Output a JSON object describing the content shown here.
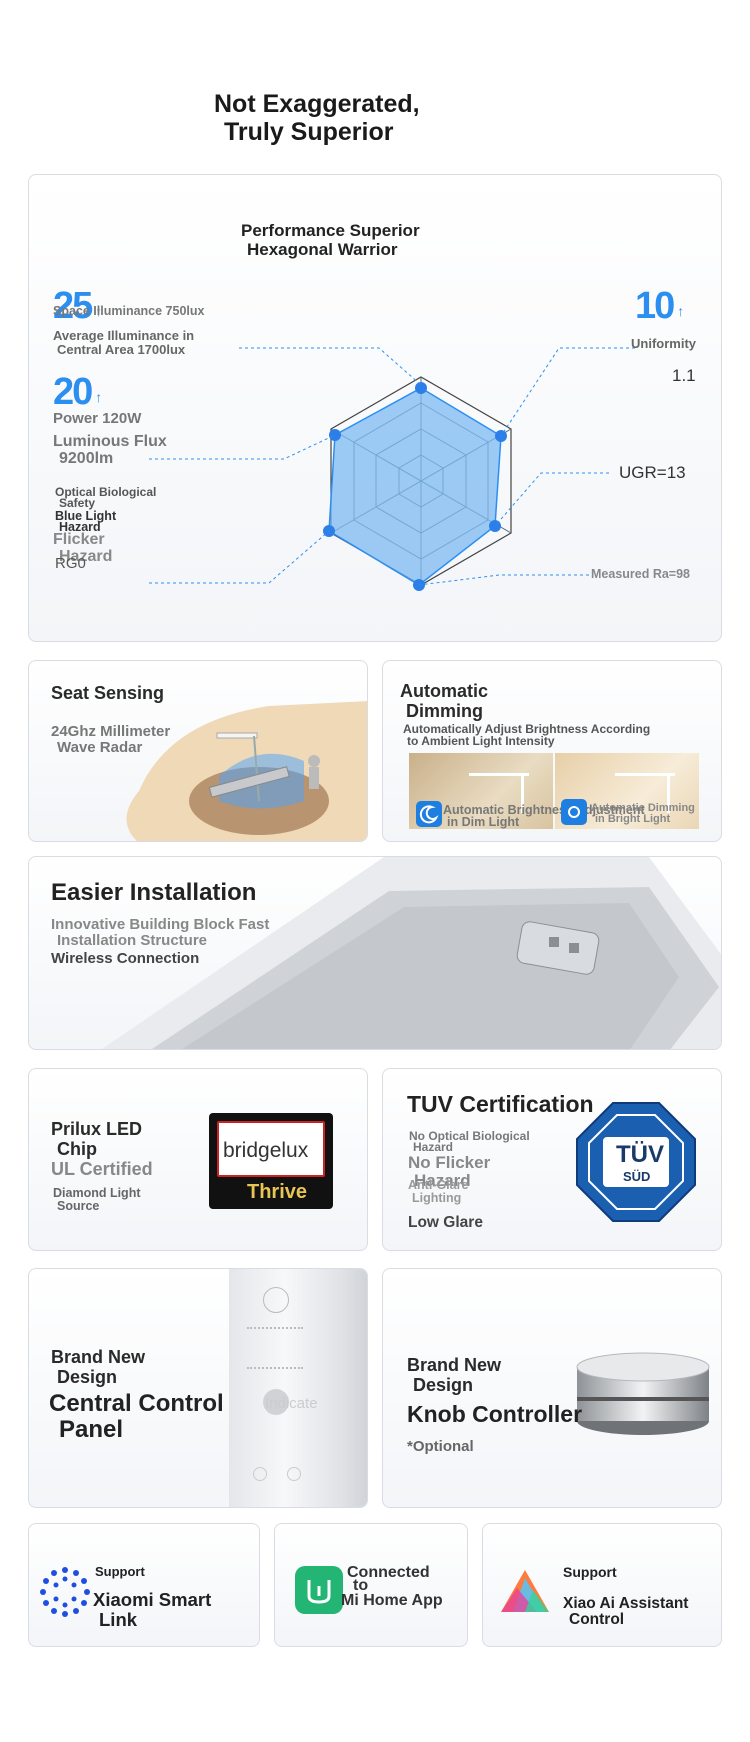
{
  "header": {
    "title_line1": "Not Exaggerated,",
    "title_line2": "Truly Superior"
  },
  "performance": {
    "title_line1": "Performance Superior",
    "title_line2": "Hexagonal Warrior",
    "left_num1": "25",
    "left_num2": "20",
    "right_num": "10",
    "percent": "%",
    "space_illuminance": "Space Illuminance 750lux",
    "avg_illuminance_1": "Average Illuminance in",
    "avg_illuminance_2": "Central Area 1700lux",
    "power": "Power 120W",
    "luminous_1": "Luminous Flux",
    "luminous_2": "9200lm",
    "optical_1": "Optical Biological",
    "optical_2": "Safety",
    "blue_light_1": "Blue Light",
    "blue_light_2": "Hazard",
    "flicker_1": "Flicker",
    "flicker_2": "Hazard",
    "rg": "RG0",
    "uniformity": "Uniformity",
    "uniformity_val": "1.1",
    "ugr": "UGR=13",
    "ra": "Measured Ra=98"
  },
  "seat": {
    "title": "Seat Sensing",
    "sub_1": "24Ghz Millimeter",
    "sub_2": "Wave Radar"
  },
  "dimming": {
    "title_1": "Automatic",
    "title_2": "Dimming",
    "sub_1": "Automatically Adjust Brightness According",
    "sub_2": "to Ambient Light Intensity",
    "dim_1": "Automatic Brightness Adjustment",
    "dim_2": "in Dim Light",
    "bright_1": "Automatic Dimming",
    "bright_2": "in Bright Light"
  },
  "install": {
    "title": "Easier Installation",
    "sub_1": "Innovative Building Block Fast",
    "sub_2": "Installation Structure",
    "sub_3": "Wireless Connection"
  },
  "led": {
    "title_1": "Prilux LED",
    "title_2": "Chip",
    "ul": "UL Certified",
    "diamond_1": "Diamond Light",
    "diamond_2": "Source",
    "logo_brand": "bridgelux",
    "logo_product": "Thrive"
  },
  "tuv": {
    "title": "TUV Certification",
    "line_1": "No Optical Biological",
    "line_1b": "Hazard",
    "line_2": "No Flicker",
    "line_2b": "Hazard",
    "line_3": "Anti-Glare",
    "line_3b": "Lighting",
    "line_4": "Low Glare",
    "badge_1": "TÜV",
    "badge_2": "SÜD"
  },
  "panel": {
    "title_1": "Brand New",
    "title_2": "Design",
    "big_1": "Central Control",
    "big_2": "Panel",
    "indicator": "Indicate"
  },
  "knob": {
    "title_1": "Brand New",
    "title_2": "Design",
    "big": "Knob Controller",
    "note": "*Optional"
  },
  "bottom": {
    "xiaomi_support": "Support",
    "xiaomi_1": "Xiaomi Smart",
    "xiaomi_2": "Link",
    "mi_1": "Connected",
    "mi_2": "to",
    "mi_3": "Mi Home App",
    "xiaoai_support": "Support",
    "xiaoai_1": "Xiao Ai Assistant",
    "xiaoai_2": "Control"
  },
  "colors": {
    "accent": "#2c8ff0",
    "radar_fill": "#7cbaf2",
    "tuv_blue": "#1b5fb0"
  }
}
